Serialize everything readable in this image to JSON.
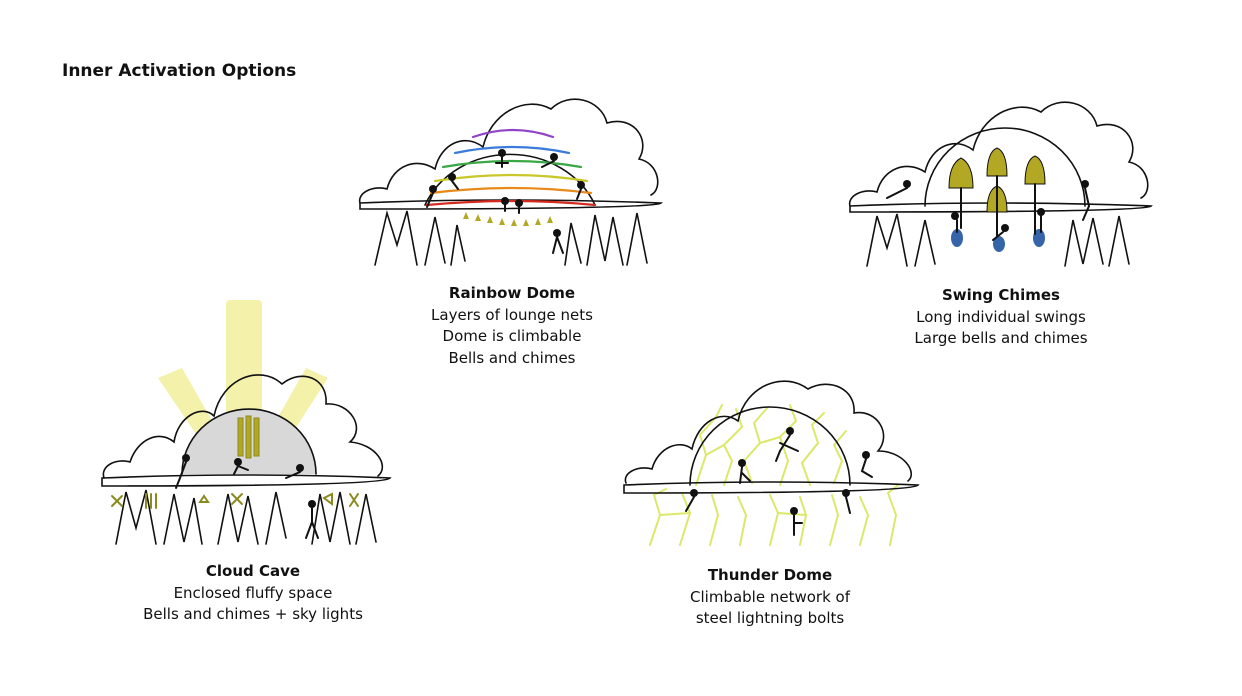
{
  "page": {
    "title": "Inner Activation Options"
  },
  "options": [
    {
      "id": "rainbow",
      "title": "Rainbow Dome",
      "lines": [
        "Layers of lounge nets",
        "Dome is climbable",
        "Bells and chimes"
      ]
    },
    {
      "id": "swing",
      "title": "Swing Chimes",
      "lines": [
        "Long individual swings",
        "Large bells and chimes"
      ]
    },
    {
      "id": "cave",
      "title": "Cloud Cave",
      "lines": [
        "Enclosed fluffy space",
        "Bells and chimes + sky lights"
      ]
    },
    {
      "id": "thunder",
      "title": "Thunder Dome",
      "lines": [
        "Climbable network of",
        "steel lightning bolts"
      ]
    }
  ],
  "colors": {
    "ink": "#111111",
    "rainbow": [
      "#8e44c9",
      "#3b7bd9",
      "#3aa845",
      "#c9c82a",
      "#e88a1a",
      "#d42a1f"
    ],
    "bell_gold": "#b3a824",
    "swing_seat_blue": "#3565a8",
    "lightning_yellow": "#dce86a",
    "skylight_yellow": "#f2ef9c",
    "cave_grey": "#d8d8d8",
    "ground_marks_olive": "#8b8a1e"
  }
}
